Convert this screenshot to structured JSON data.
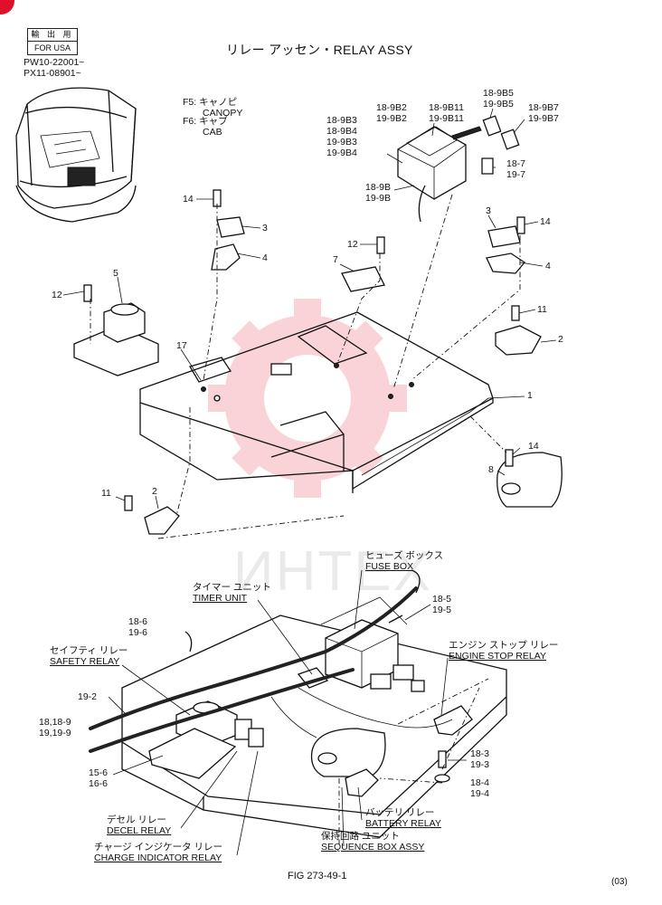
{
  "header": {
    "export_box_top": "輸 出 用",
    "export_box_bottom": "FOR USA",
    "serial_1": "PW10-22001~",
    "serial_2": "PX11-08901~",
    "title": "リレー アッセン・RELAY ASSY",
    "f5_label": "F5:  キャノピ",
    "f5_en": "CANOPY",
    "f6_label": "F6:  キャブ",
    "f6_en": "CAB"
  },
  "upper_callouts": {
    "c_18_9b5": "18-9B5",
    "c_19_9b5": "19-9B5",
    "c_18_9b7": "18-9B7",
    "c_19_9b7": "19-9B7",
    "c_18_9b2": "18-9B2",
    "c_19_9b2": "19-9B2",
    "c_18_9b11": "18-9B11",
    "c_19_9b11": "19-9B11",
    "c_18_9b3": "18-9B3",
    "c_18_9b4": "18-9B4",
    "c_19_9b3": "19-9B3",
    "c_19_9b4": "19-9B4",
    "c_18_7": "18-7",
    "c_19_7": "19-7",
    "c_18_9b": "18-9B",
    "c_19_9b": "19-9B",
    "n14a": "14",
    "n3a": "3",
    "n4a": "4",
    "n12a": "12",
    "n7": "7",
    "n3b": "3",
    "n14b": "14",
    "n4b": "4",
    "n5": "5",
    "n12b": "12",
    "n11a": "11",
    "n2a": "2",
    "n17": "17",
    "n1": "1",
    "n14c": "14",
    "n8": "8",
    "n11b": "11",
    "n2b": "2"
  },
  "lower_callouts": {
    "fuse_jp": "ヒューズ ボックス",
    "fuse_en": "FUSE BOX",
    "timer_jp": "タイマー ユニット",
    "timer_en": "TIMER UNIT",
    "c_18_5": "18-5",
    "c_19_5": "19-5",
    "c_18_6": "18-6",
    "c_19_6": "19-6",
    "engine_jp": "エンジン ストップ リレー",
    "engine_en": "ENGINE STOP RELAY",
    "safety_jp": "セイフティ リレー",
    "safety_en": "SAFETY RELAY",
    "c_19_2": "19-2",
    "c_18_189": "18,18-9",
    "c_19_199": "19,19-9",
    "c_15_6": "15-6",
    "c_16_6": "16-6",
    "c_18_3": "18-3",
    "c_19_3": "19-3",
    "c_18_4": "18-4",
    "c_19_4": "19-4",
    "decel_jp": "デセル リレー",
    "decel_en": "DECEL RELAY",
    "battery_jp": "バッテリ リレー",
    "battery_en": "BATTERY RELAY",
    "charge_jp": "チャージ インジケータ リレー",
    "charge_en": "CHARGE INDICATOR RELAY",
    "seq_jp": "保持回路 ユニット",
    "seq_en": "SEQUENCE BOX ASSY"
  },
  "footer": {
    "fig": "FIG  273-49-1",
    "page": "(03)"
  },
  "watermark": {
    "text": "ИНТЕХ"
  }
}
